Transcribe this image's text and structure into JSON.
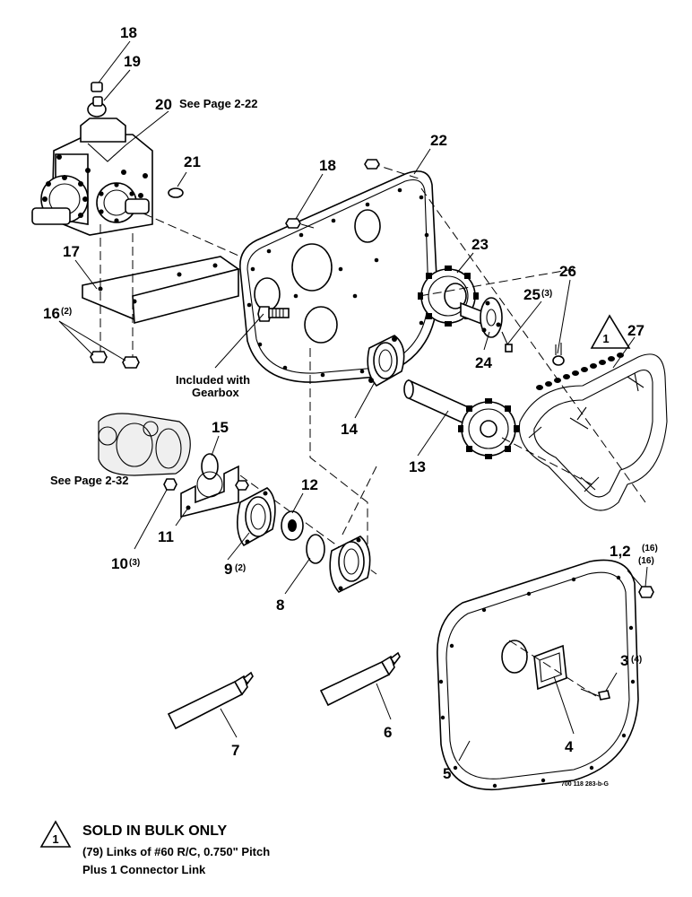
{
  "callouts": {
    "c1_2": "1,2",
    "c1_2_q1": "(16)",
    "c1_2_q2": "(16)",
    "c3": "3",
    "c3_q": "(4)",
    "c4": "4",
    "c5": "5",
    "c6": "6",
    "c7": "7",
    "c8": "8",
    "c9": "9",
    "c9_q": "(2)",
    "c10": "10",
    "c10_q": "(3)",
    "c11": "11",
    "c12": "12",
    "c13": "13",
    "c14": "14",
    "c15": "15",
    "c16": "16",
    "c16_q": "(2)",
    "c17": "17",
    "c18a": "18",
    "c18b": "18",
    "c19": "19",
    "c20": "20",
    "c21": "21",
    "c22": "22",
    "c23": "23",
    "c24": "24",
    "c25": "25",
    "c25_q": "(3)",
    "c26": "26",
    "c27": "27"
  },
  "notes": {
    "see_page_2_22": "See Page 2-22",
    "included_with": "Included with",
    "gearbox": "Gearbox",
    "see_page_2_32": "See Page 2-32",
    "drawing_number": "700 118 283-b-G",
    "bulk_marker": "1"
  },
  "legend": {
    "marker": "1",
    "title": "SOLD IN BULK ONLY",
    "line1": "(79) Links of #60 R/C, 0.750\" Pitch",
    "line2": "Plus 1 Connector Link"
  }
}
